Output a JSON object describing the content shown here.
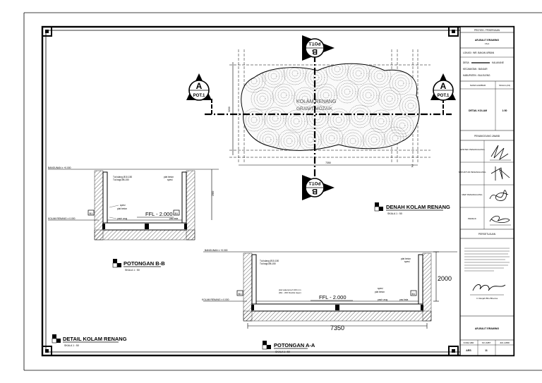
{
  "sheet": {
    "main_title": "DETAIL KOLAM RENANG",
    "main_scale": "SKALA 1 : 50"
  },
  "plan": {
    "title": "DENAH KOLAM RENANG",
    "scale": "SKALA 1 : 50",
    "pool_label_1": "KOLAM RENANG",
    "pool_label_2": "GRANIT MOZAIK",
    "dim_width": "7350",
    "dim_height": "3200",
    "dim_right": "2",
    "markers": [
      {
        "letter": "A",
        "sub": "POT.1"
      },
      {
        "letter": "A",
        "sub": "POT.1"
      },
      {
        "letter": "B",
        "sub": "POT.1"
      },
      {
        "letter": "B",
        "sub": "POT.1"
      }
    ]
  },
  "section_b": {
    "title": "POTONGAN B-B",
    "scale": "SKALA 1 : 50",
    "level_top": "BANGUNAN ± +0.000",
    "level_bottom": "KOLAM RENANG ± 0.000",
    "ffl": "FFL - 2.000",
    "dim_height": "2000",
    "note_rebar": "Tul.tulang Ø10-150",
    "note_rebar2": "Tul.bagi Ø8-150",
    "note_plat": "plat beton",
    "note_plat2": "spesi",
    "note_spesi": "spesi",
    "note_platbeton": "plat beton",
    "note_urug": "pasir urug",
    "note_pas": "pas.bata",
    "tag": "B1"
  },
  "section_a": {
    "title": "POTONGAN A-A",
    "scale": "SKALA 1 : 50",
    "level_top": "BANGUNAN ± +0.000",
    "level_bottom": "KOLAM RENANG ± 0.000",
    "ffl": "FFL - 2.000",
    "dim_height": "2000",
    "dim_width": "7350",
    "note_rebar": "Tul.tulang Ø10-150",
    "note_rebar2": "Tul.bagi Ø8-150",
    "note_plat": "plat beton",
    "note_plat2": "spesi",
    "note_waterproof": "plat waterproof 100 mm",
    "note_waterproof2": "(RH - 200 Double layer)",
    "note_spesi": "spesi",
    "note_platbeton": "plat beton",
    "note_urug": "pasir urug",
    "note_pas": "pas.bata",
    "tag": "B1"
  },
  "title_block": {
    "project_header": "PROYEK / PEKERJAAN",
    "project_name": "AR-BULIT ERAWING",
    "project_sub": "VILA",
    "location_label": "LOKASI : WR. BAKAN URBAN",
    "desa_label": "DESA",
    "desa_value": "KALAKANE",
    "kecamatan": "KECAMATAN : BANJAR",
    "kabupaten": "KABUPATEN : BULELENG",
    "col_nama_gambar": "NAMA GAMBAR",
    "col_skala": "SKALA (A3)",
    "drawing_name": "DETAIL KOLAM",
    "drawing_scale": "1:50",
    "penanggung_header": "PENANGGUNG JAWAB",
    "roles": [
      {
        "label": "ARSITEK PENANGGUNG",
        "sub": ""
      },
      {
        "label": "STRUKTUR PENANGGUNG",
        "sub": ""
      },
      {
        "label": "MEP PENANGGUNG",
        "sub": ""
      },
      {
        "label": "PEMILIK",
        "sub": ""
      }
    ],
    "persetujuan": "PERSETUJUAN",
    "approver": "Ir. Ranjah Bhs Bhenna",
    "company": "AR-BULIT ERAWING",
    "footer_labels": [
      "KODE GBR",
      "NO.LMBT",
      "JML LMBR"
    ],
    "footer_values": [
      "ARS",
      "11",
      ""
    ]
  }
}
